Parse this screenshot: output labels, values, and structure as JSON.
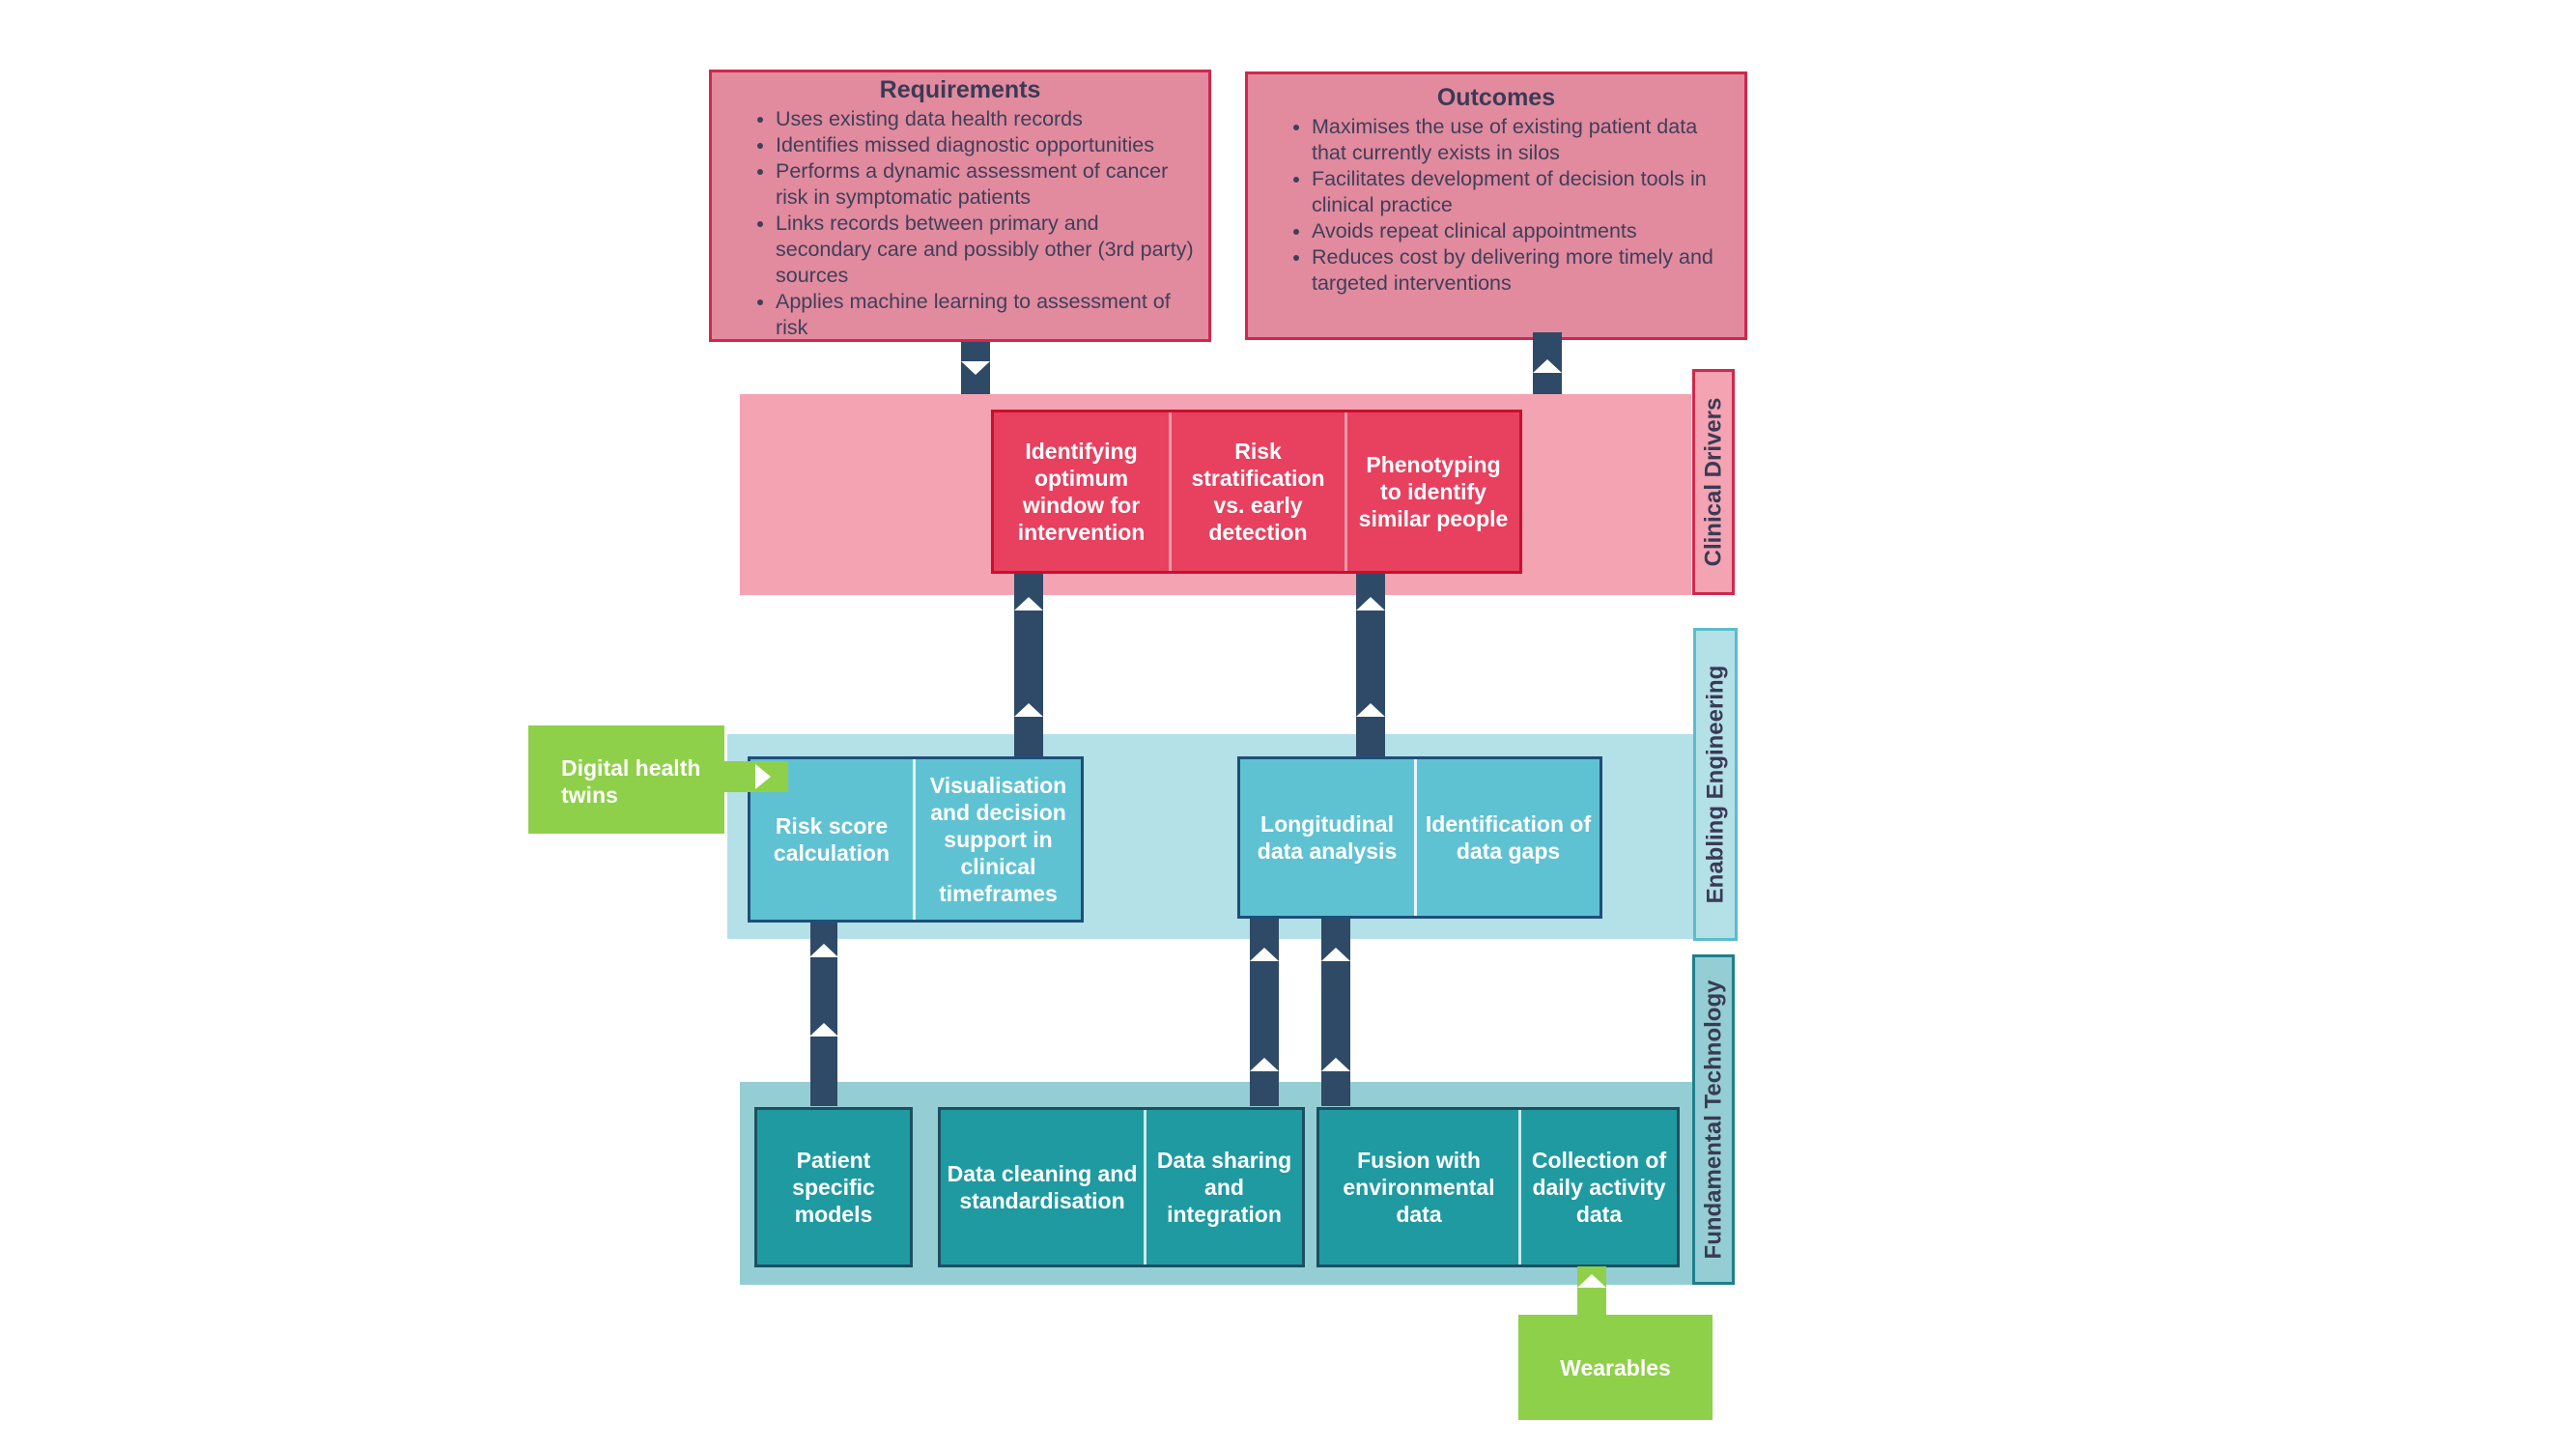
{
  "requirements": {
    "title": "Requirements",
    "items": [
      "Uses existing data health records",
      "Identifies missed diagnostic opportunities",
      "Performs a dynamic assessment of cancer risk in symptomatic patients",
      "Links records between primary and secondary care and possibly other (3rd party) sources",
      "Applies machine learning to assessment of risk"
    ]
  },
  "outcomes": {
    "title": "Outcomes",
    "items": [
      "Maximises the use of existing patient data that currently exists in silos",
      "Facilitates development of decision tools in clinical practice",
      "Avoids repeat clinical appointments",
      "Reduces cost by delivering more timely and targeted interventions"
    ]
  },
  "bands": {
    "clinical_drivers": "Clinical Drivers",
    "enabling_engineering": "Enabling Engineering",
    "fundamental_technology": "Fundamental Technology"
  },
  "clinical": {
    "items": [
      "Identifying optimum window for intervention",
      "Risk stratification vs. early detection",
      "Phenotyping to identify similar people"
    ]
  },
  "engineering": {
    "left": [
      "Risk score calculation",
      "Visualisation and decision support in clinical timeframes"
    ],
    "right": [
      "Longitudinal data analysis",
      "Identification of data gaps"
    ]
  },
  "technology": {
    "group1": [
      "Patient specific models"
    ],
    "group2": [
      "Data cleaning and standardisation",
      "Data sharing and integration"
    ],
    "group3": [
      "Fusion with environmental data",
      "Collection of daily activity data"
    ]
  },
  "external": {
    "digital_twins": "Digital health twins",
    "wearables": "Wearables"
  },
  "colors": {
    "clinical_band": "#f4a3b3",
    "clinical_cells": "#e8405f",
    "engineering_band": "#b4e0e8",
    "engineering_cells": "#5fc2d2",
    "technology_band": "#94ced4",
    "technology_cells": "#1f9aa0",
    "connector": "#2e4a66",
    "external": "#8fd04a"
  }
}
